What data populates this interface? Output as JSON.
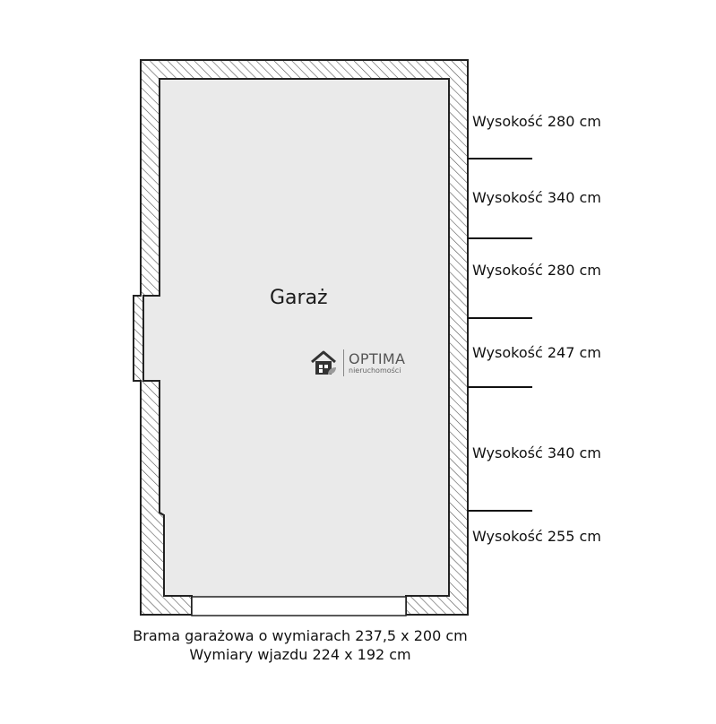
{
  "room": {
    "name": "Garaż"
  },
  "heights": [
    "Wysokość 280 cm",
    "Wysokość 340 cm",
    "Wysokość 280 cm",
    "Wysokość 247 cm",
    "Wysokość 340 cm",
    "Wysokość 255 cm"
  ],
  "captions": {
    "gate": "Brama garażowa o wymiarach 237,5 x 200 cm",
    "entry": "Wymiary wjazdu 224 x 192 cm"
  },
  "logo": {
    "name": "OPTIMA",
    "sub": "nieruchomości",
    "icon": "house-icon"
  },
  "colors": {
    "floor": "#eaeaea",
    "wall": "#222222",
    "hatch": "#555555"
  }
}
